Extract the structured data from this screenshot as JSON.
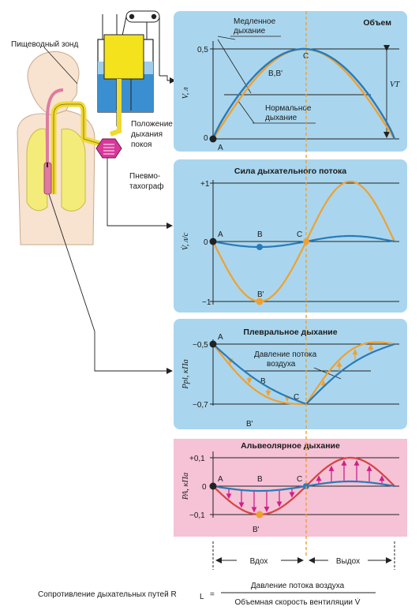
{
  "left": {
    "probe": "Пищеводный зонд",
    "rest": [
      "Положение",
      "дыхания",
      "покоя"
    ],
    "pneumo": [
      "Пневмо-",
      "тахограф"
    ]
  },
  "panels": {
    "volume": {
      "title": "Объем",
      "ylabel": "V, л",
      "y_ticks": [
        "0,5",
        "0"
      ],
      "slow": [
        "Медленное",
        "дыхание"
      ],
      "normal": [
        "Нормальное",
        "дыхание"
      ],
      "points": {
        "a": "A",
        "bb": "B,B'",
        "c": "C"
      },
      "vt": "VT"
    },
    "flow": {
      "title": "Сила дыхательного потока",
      "ylabel": "V̇, л/с",
      "y_ticks": [
        "+1",
        "0",
        "−1"
      ],
      "points": {
        "a": "A",
        "b": "B",
        "c": "C",
        "b2": "B'"
      }
    },
    "pleural": {
      "title": "Плевральное дыхание",
      "ylabel": "Ppl, кПа",
      "y_ticks": [
        "−0,5",
        "−0,7"
      ],
      "pressure_label": [
        "Давление потока",
        "воздуха"
      ],
      "points": {
        "a": "A",
        "b": "B",
        "c": "C",
        "b2": "B'"
      }
    },
    "alveolar": {
      "title": "Альвеолярное дыхание",
      "ylabel": "PA, кПа",
      "y_ticks": [
        "+0,1",
        "0",
        "−0,1"
      ],
      "points": {
        "a": "A",
        "b": "B",
        "c": "C",
        "b2": "B'"
      }
    }
  },
  "phases": {
    "inhale": "Вдох",
    "exhale": "Выдох"
  },
  "formula": {
    "lhs": "Сопротивление дыхательных путей R",
    "lhs_sub": "L",
    "eq": "=",
    "numerator": "Давление потока воздуха",
    "denominator": "Объемная скорость вентиляции V̇"
  },
  "colors": {
    "panel_blue": "#a9d6ee",
    "panel_pink": "#f5c2d6",
    "orange": "#f0a030",
    "blue": "#2a7ab8",
    "red": "#d64444",
    "magenta": "#d0208a",
    "guide": "#f0a030"
  }
}
